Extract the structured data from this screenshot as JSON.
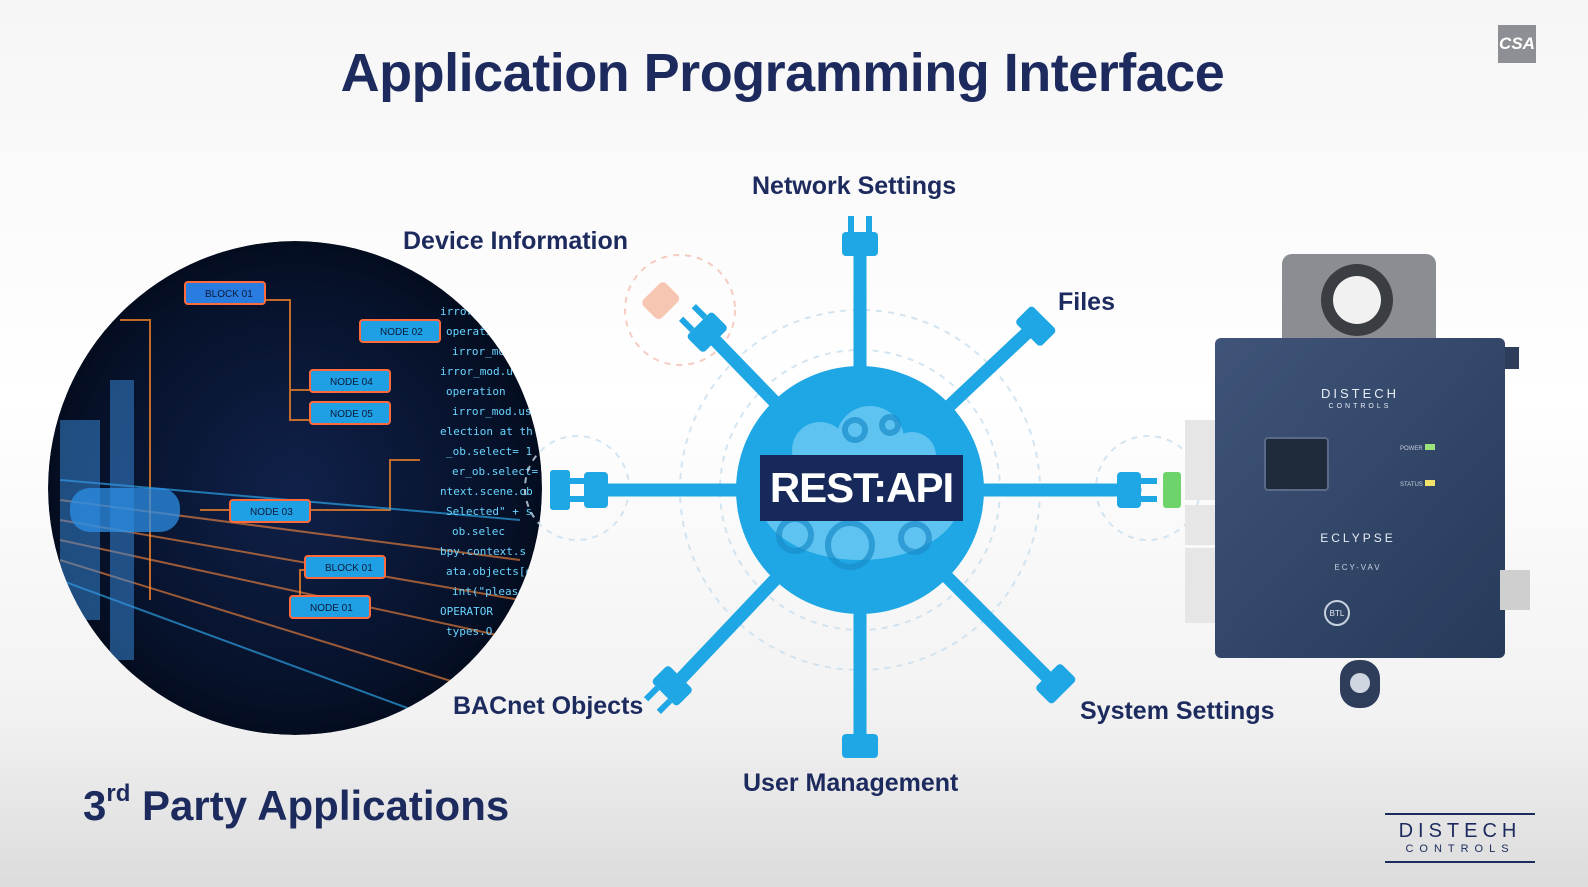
{
  "title": "Application Programming Interface",
  "hub": {
    "center_label": "REST:API",
    "spokes": [
      {
        "label": "Network Settings"
      },
      {
        "label": "Files"
      },
      {
        "label": "System Settings"
      },
      {
        "label": "User Management"
      },
      {
        "label": "BACnet Objects"
      },
      {
        "label": "Device Information"
      }
    ]
  },
  "left_caption": {
    "base": "3",
    "sup": "rd",
    "rest": " Party Applications"
  },
  "code_circle": {
    "nodes": [
      "BLOCK 01",
      "NODE 04",
      "NODE 05",
      "NODE 03",
      "BLOCK 01",
      "NODE 01",
      "NODE 02"
    ],
    "code_lines": [
      "irror_",
      "operati",
      "irror_mod.",
      "irror_mod.u",
      "operation",
      "irror_mod.use",
      "election at th",
      "_ob.select= 1",
      "er_ob.select=",
      "ntext.scene.ob",
      "Selected\" + s",
      "ob.selec",
      "bpy.context.s",
      "ata.objects[o",
      "int(\"please s",
      "OPERATOR",
      "types.O"
    ]
  },
  "device": {
    "brand_line1": "DISTECH",
    "brand_line2": "CONTROLS",
    "model": "ECLYPSE",
    "sub_model": "ECY-VAV",
    "power_label": "POWER",
    "status_label": "STATUS",
    "badge": "BTL"
  },
  "footer_brand": {
    "line1": "DISTECH",
    "line2": "CONTROLS"
  },
  "corner_logo_text": "CSA",
  "colors": {
    "navy": "#1c2a5e",
    "cyan": "#1ea7e4",
    "hub_dark": "#17295b",
    "plug_inactive": "#f7c6b2",
    "plug_active": "#6fd36b"
  }
}
